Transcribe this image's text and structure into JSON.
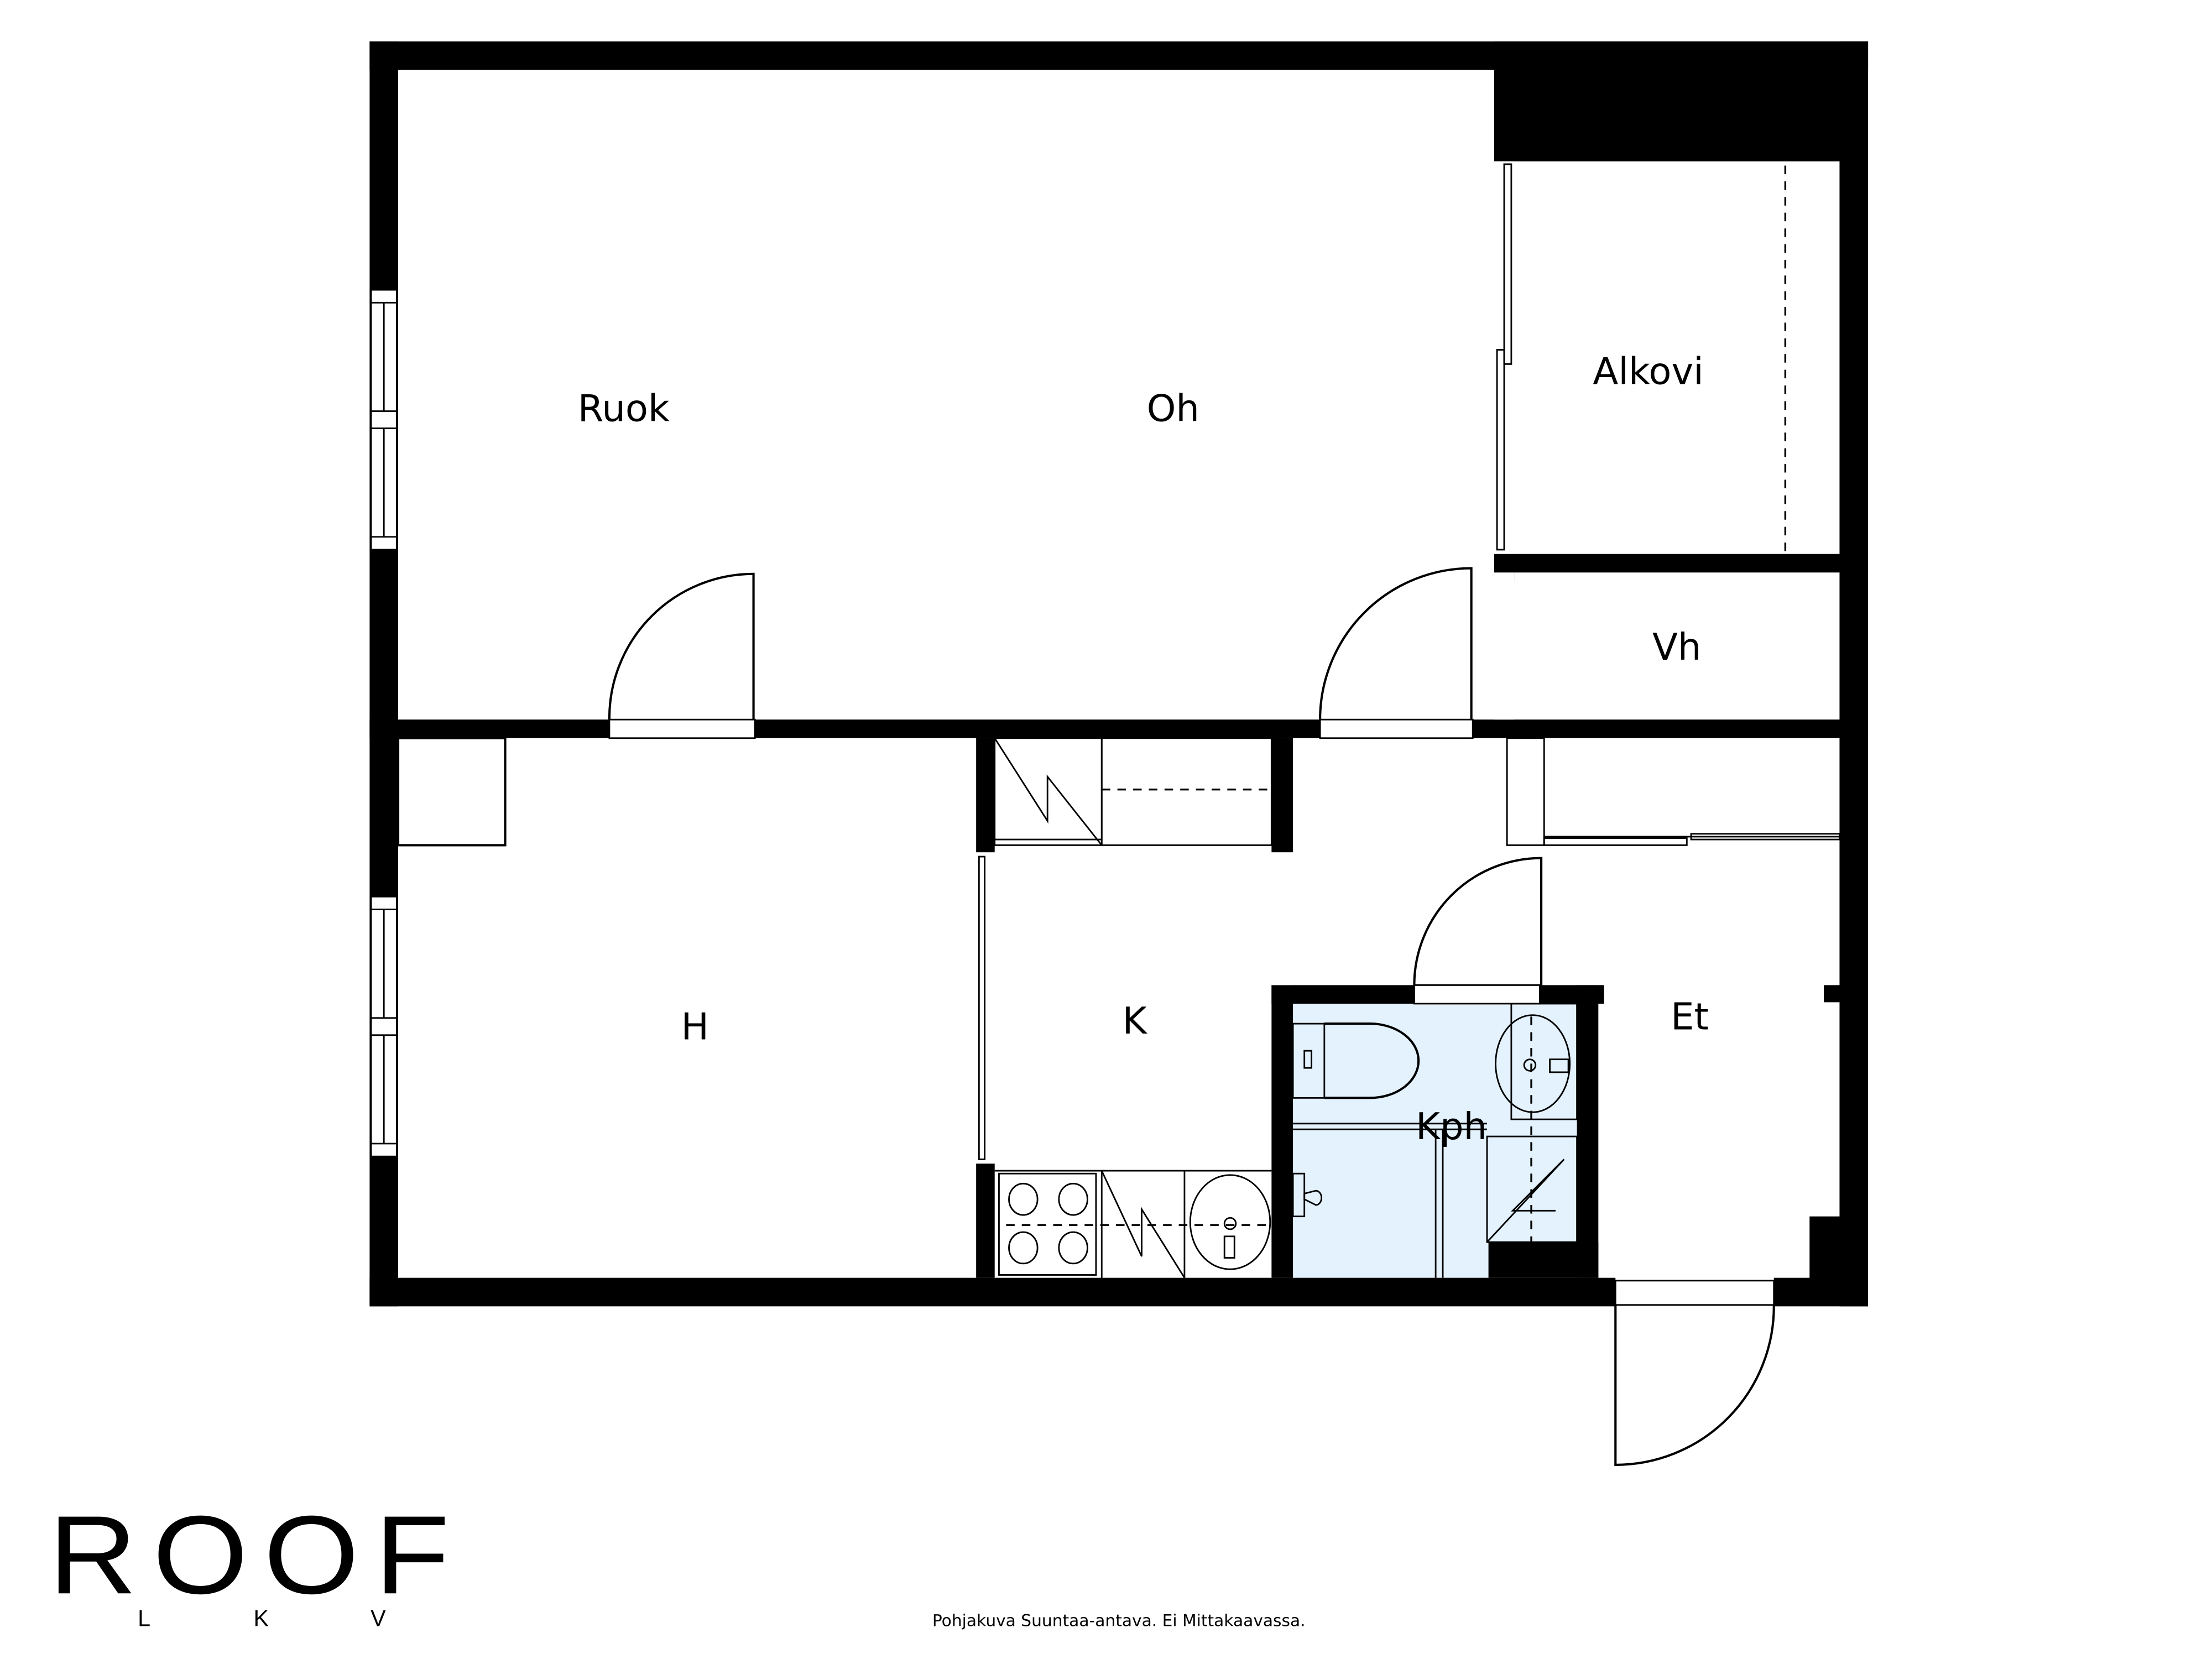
{
  "plan": {
    "rooms": {
      "ruok": "Ruok",
      "oh": "Oh",
      "alkovi": "Alkovi",
      "vh": "Vh",
      "h": "H",
      "k": "K",
      "kph": "Kph",
      "et": "Et"
    },
    "colors": {
      "wall": "#000000",
      "wet_room": "#E3F2FD",
      "background": "#FFFFFF"
    }
  },
  "branding": {
    "logo_main": "ROOF",
    "logo_sub_1": "L",
    "logo_sub_2": "K",
    "logo_sub_3": "V"
  },
  "footer": {
    "disclaimer": "Pohjakuva Suuntaa-antava. Ei Mittakaavassa."
  }
}
